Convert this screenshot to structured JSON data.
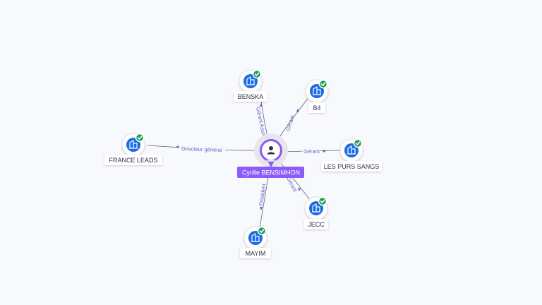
{
  "center": {
    "name": "Cyrille BENSIMHON",
    "icon": "person-icon"
  },
  "colors": {
    "accent": "#8b5cf6",
    "company": "#1b6ae6",
    "verified": "#1f9d55",
    "edge_label": "#6a5fc1"
  },
  "companies": [
    {
      "id": "benska",
      "name": "BENSKA",
      "relation": "Gérant Associé",
      "verified": true,
      "icon": "building-icon"
    },
    {
      "id": "b4",
      "name": "B4",
      "relation": "Gérant",
      "verified": true,
      "icon": "building-icon"
    },
    {
      "id": "france-leads",
      "name": "FRANCE LEADS",
      "relation": "Directeur général",
      "verified": true,
      "icon": "building-icon"
    },
    {
      "id": "les-purs-sangs",
      "name": "LES PURS SANGS",
      "relation": "Gérant",
      "verified": true,
      "icon": "building-icon"
    },
    {
      "id": "jecc",
      "name": "JECC",
      "relation": "Gérant",
      "verified": true,
      "icon": "building-icon"
    },
    {
      "id": "mayim",
      "name": "MAYIM",
      "relation": "Président",
      "verified": true,
      "icon": "building-icon"
    }
  ]
}
